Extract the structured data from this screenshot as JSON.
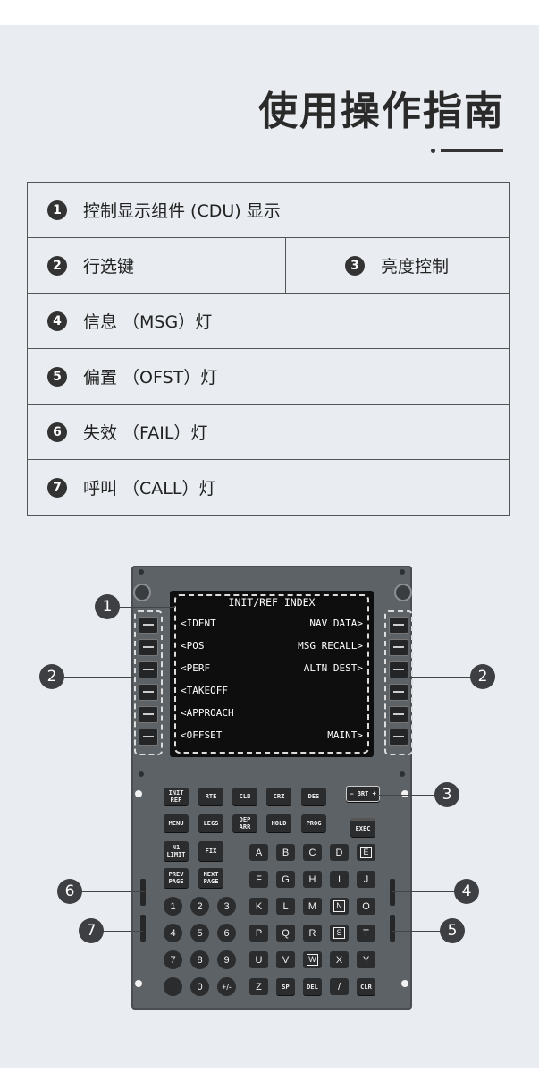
{
  "header": {
    "title": "使用操作指南"
  },
  "legend": {
    "rows": [
      {
        "n": "1",
        "label": "控制显示组件 (CDU) 显示"
      },
      {
        "n": "2",
        "label": "行选键"
      },
      {
        "n": "3",
        "label": "亮度控制"
      },
      {
        "n": "4",
        "label": "信息 （MSG）灯"
      },
      {
        "n": "5",
        "label": "偏置 （OFST）灯"
      },
      {
        "n": "6",
        "label": "失效 （FAIL）灯"
      },
      {
        "n": "7",
        "label": "呼叫 （CALL）灯"
      }
    ]
  },
  "screen": {
    "title": "INIT/REF INDEX",
    "left": [
      "<IDENT",
      "<POS",
      "<PERF",
      "<TAKEOFF",
      "<APPROACH",
      "<OFFSET"
    ],
    "right": [
      "NAV DATA>",
      "MSG RECALL>",
      "ALTN DEST>",
      "MAINT>"
    ]
  },
  "keys": {
    "row1": [
      "INIT REF",
      "RTE",
      "CLB",
      "CRZ",
      "DES"
    ],
    "brt": "– BRT +",
    "row2": [
      "MENU",
      "LEGS",
      "DEP ARR",
      "HOLD",
      "PROG"
    ],
    "exec": "EXEC",
    "n1": "N1 LIMIT",
    "fix": "FIX",
    "prev": "PREV PAGE",
    "next": "NEXT PAGE",
    "letters": [
      "A",
      "B",
      "C",
      "D",
      "E",
      "F",
      "G",
      "H",
      "I",
      "J",
      "K",
      "L",
      "M",
      "N",
      "O",
      "P",
      "Q",
      "R",
      "S",
      "T",
      "U",
      "V",
      "W",
      "X",
      "Y",
      "Z",
      "SP",
      "DEL",
      "/",
      "CLR"
    ],
    "digits": [
      "1",
      "2",
      "3",
      "4",
      "5",
      "6",
      "7",
      "8",
      "9",
      ".",
      "0",
      "+/-"
    ]
  },
  "callouts": [
    "1",
    "2",
    "2",
    "3",
    "4",
    "5",
    "6",
    "7"
  ]
}
